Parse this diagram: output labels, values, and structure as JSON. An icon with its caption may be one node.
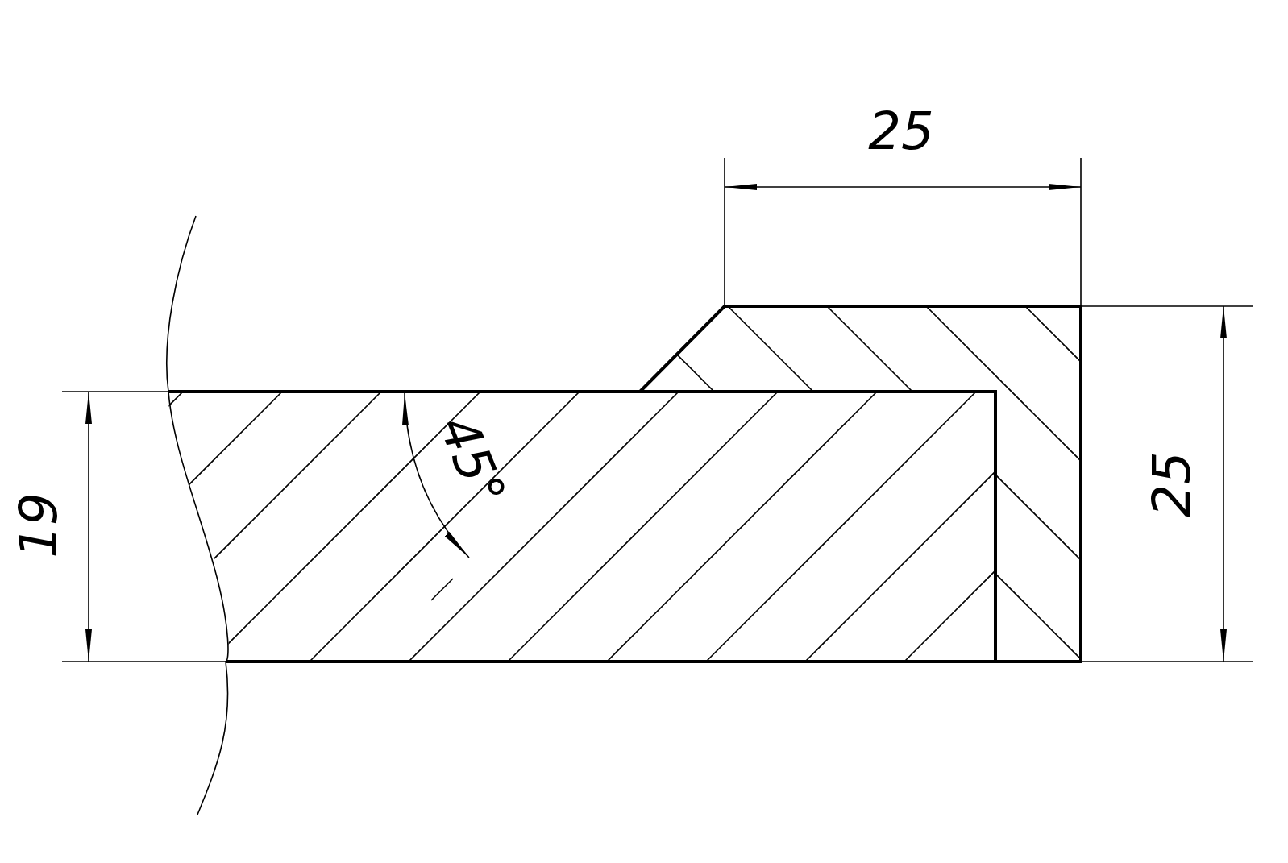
{
  "diagram": {
    "labels": [
      "25",
      "19",
      "45°",
      "25"
    ]
  }
}
